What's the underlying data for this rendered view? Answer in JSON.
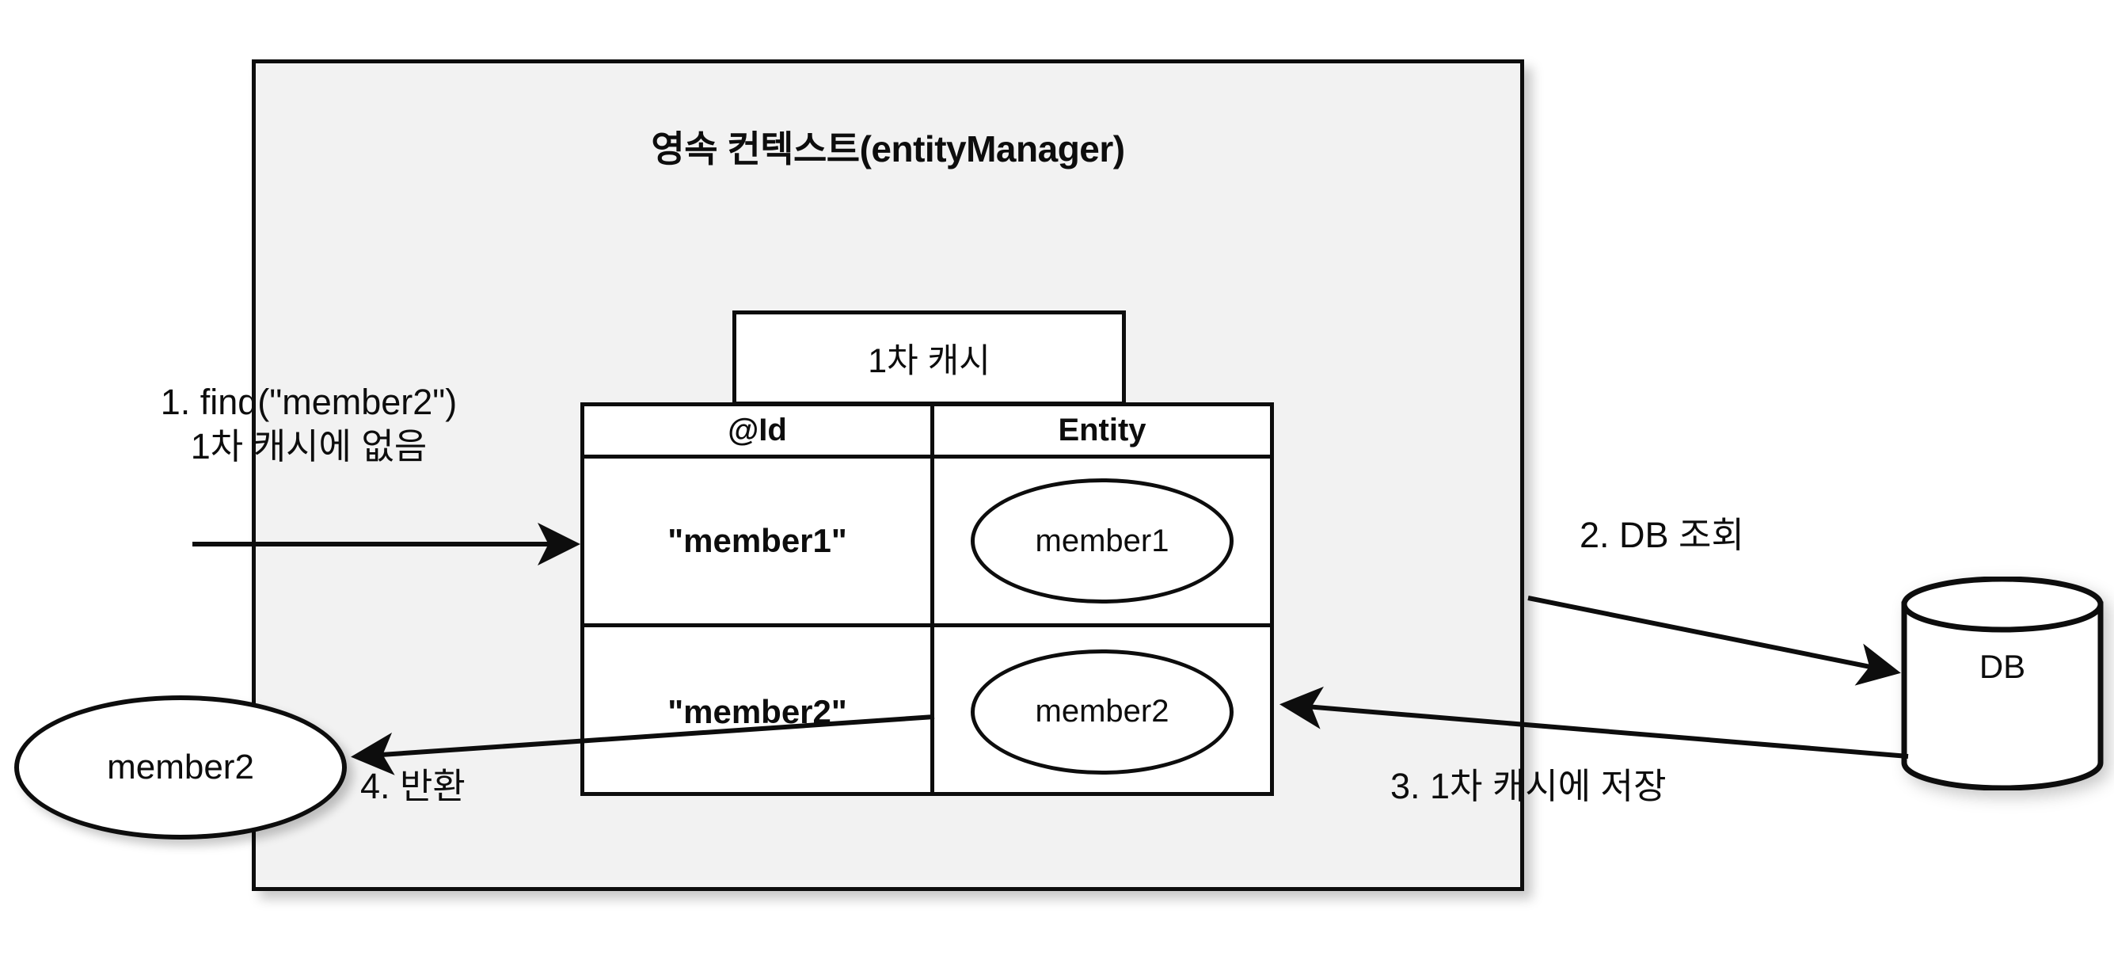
{
  "diagram": {
    "title": "영속 컨텍스트(entityManager)",
    "cache_label": "1차 캐시",
    "table": {
      "headers": [
        "@Id",
        "Entity"
      ],
      "rows": [
        {
          "id": "\"member1\"",
          "entity": "member1"
        },
        {
          "id": "\"member2\"",
          "entity": "member2"
        }
      ]
    },
    "returned_entity": "member2",
    "datastore_label": "DB",
    "steps": [
      {
        "number": "1",
        "line1": "1. find(\"member2\")",
        "line2": "1차 캐시에 없음"
      },
      {
        "number": "2",
        "text": "2. DB 조회"
      },
      {
        "number": "3",
        "text": "3. 1차 캐시에 저장"
      },
      {
        "number": "4",
        "text": "4. 반환"
      }
    ],
    "colors": {
      "container_fill": "#f2f2f2",
      "stroke": "#0d0d0d",
      "node_fill": "#ffffff",
      "page_background": "#ffffff"
    }
  }
}
